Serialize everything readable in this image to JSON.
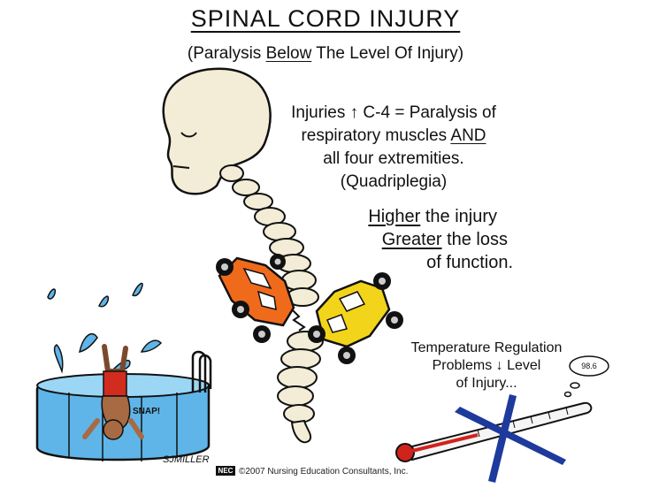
{
  "title": "SPINAL CORD INJURY",
  "subtitle": {
    "before": "(Paralysis ",
    "emph": "Below",
    "after": " The Level Of Injury)"
  },
  "quadriplegia": {
    "line1_a": "Injuries ",
    "arrow_up": "↑",
    "line1_b": " C-4 = Paralysis of",
    "line2_a": "respiratory muscles ",
    "line2_emph": "AND",
    "line3": "all four extremities.",
    "line4": "(Quadriplegia)"
  },
  "severity": {
    "l1_emph": "Higher",
    "l1_rest": " the injury",
    "l2_emph": "Greater",
    "l2_rest": " the loss",
    "l3": "of function."
  },
  "temperature": {
    "line1": "Temperature Regulation",
    "line2_a": "Problems ",
    "arrow_down": "↓",
    "line2_b": " Level",
    "line3": "of Injury..."
  },
  "thought_bubble": "98.6",
  "snap_label": "SNAP!",
  "artist_signature": "SJMILLER",
  "footer": {
    "logo": "NEC",
    "copyright": "©2007 Nursing Education Consultants, Inc."
  },
  "colors": {
    "pool_water": "#7ec8f0",
    "pool_wall": "#5fb5e8",
    "car_left": "#f06a1c",
    "car_right": "#f2d41a",
    "thermometer_red": "#d0231c",
    "bone": "#f3ecd6"
  }
}
